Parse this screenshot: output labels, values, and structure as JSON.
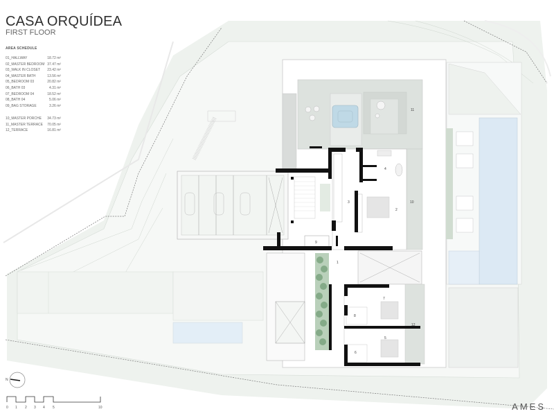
{
  "header": {
    "title": "CASA ORQUÍDEA",
    "subtitle": "FIRST FLOOR"
  },
  "area_schedule": {
    "heading": "AREA SCHEDULE",
    "group1": [
      {
        "name": "01_HALLWAY",
        "area": "18.72 m²"
      },
      {
        "name": "02_MASTER BEDROOM",
        "area": "37.47 m²"
      },
      {
        "name": "03_WALK IN CLOSET",
        "area": "23.42 m²"
      },
      {
        "name": "04_MASTER BATH",
        "area": "13.56 m²"
      },
      {
        "name": "05_BEDROOM 03",
        "area": "20.82 m²"
      },
      {
        "name": "06_BATH 03",
        "area": "4.31 m²"
      },
      {
        "name": "07_BEDROOM 04",
        "area": "18.52 m²"
      },
      {
        "name": "08_BATH 04",
        "area": "5.06 m²"
      },
      {
        "name": "09_BAG STORAGE",
        "area": "3.26 m²"
      }
    ],
    "group2": [
      {
        "name": "10_MASTER PORCHE",
        "area": "34.73 m²"
      },
      {
        "name": "11_MASTER TERRACE",
        "area": "70.05 m²"
      },
      {
        "name": "12_TERRACE",
        "area": "16.81 m²"
      }
    ]
  },
  "plan_labels": {
    "r1": "1",
    "r2": "2",
    "r3": "3",
    "r4": "4",
    "r5": "5",
    "r6": "6",
    "r7": "7",
    "r8": "8",
    "r9": "9",
    "r10": "10",
    "r11": "11",
    "r12": "12"
  },
  "north_arrow": {
    "label": "N"
  },
  "scale_bar": {
    "ticks": [
      "0",
      "1",
      "2",
      "3",
      "4",
      "5",
      "10"
    ]
  },
  "brand": "AMES",
  "colors": {
    "wall": "#111111",
    "landscape": "#e6ebe6",
    "pool": "#dbe9f4",
    "terrace": "#dadfdb",
    "planter": "#8fb493"
  }
}
